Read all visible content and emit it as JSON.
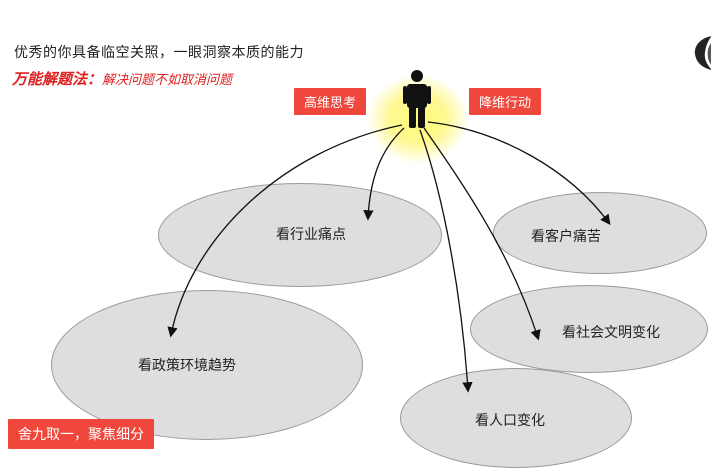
{
  "header": {
    "headline": "优秀的你具备临空关照，一眼洞察本质的能力",
    "method_title": "万能解题法：",
    "method_subtitle": "解决问题不如取消问题"
  },
  "tags": {
    "left": "高维思考",
    "right": "降维行动",
    "bottom": "舍九取一，聚焦细分"
  },
  "nodes": [
    {
      "id": "industry",
      "label": "看行业痛点"
    },
    {
      "id": "customer",
      "label": "看客户痛苦"
    },
    {
      "id": "policy",
      "label": "看政策环境趋势"
    },
    {
      "id": "civilization",
      "label": "看社会文明变化"
    },
    {
      "id": "population",
      "label": "看人口变化"
    }
  ],
  "colors": {
    "accent_red": "#f0473c",
    "title_red": "#e02020",
    "ellipse_fill": "#dedede",
    "ellipse_stroke": "#9a9a9a"
  },
  "icons": {
    "person": "person-icon",
    "logo": "logo-icon"
  }
}
